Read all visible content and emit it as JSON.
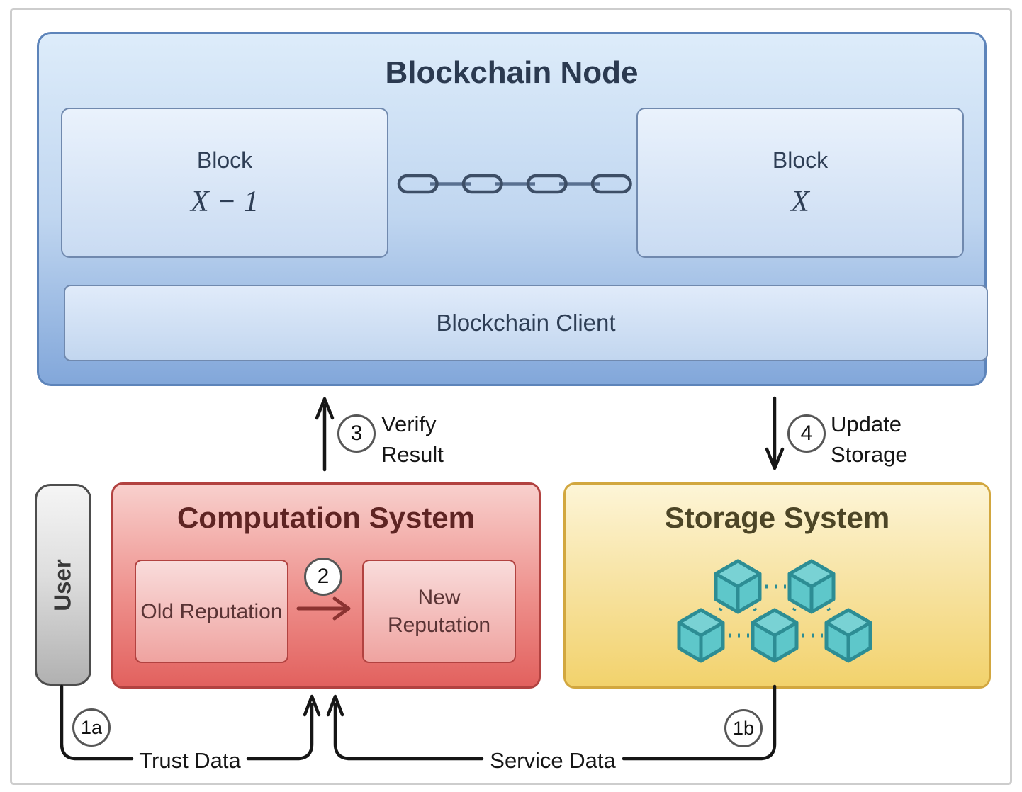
{
  "blockchain_node": {
    "title": "Blockchain Node",
    "block_prev": {
      "label": "Block",
      "index": "X − 1"
    },
    "block_next": {
      "label": "Block",
      "index": "X"
    },
    "client": "Blockchain Client"
  },
  "computation_system": {
    "title": "Computation System",
    "old_box": "Old Reputation",
    "new_box": "New Reputation",
    "step_badge": "2"
  },
  "storage_system": {
    "title": "Storage System",
    "node_count": 5
  },
  "user": {
    "label": "User"
  },
  "arrows": {
    "verify": {
      "badge": "3",
      "line1": "Verify",
      "line2": "Result"
    },
    "update": {
      "badge": "4",
      "line1": "Update",
      "line2": "Storage"
    },
    "trust": {
      "badge": "1a",
      "label": "Trust Data"
    },
    "service": {
      "badge": "1b",
      "label": "Service Data"
    }
  },
  "colors": {
    "node_border": "#5d84ba",
    "node_fill_top": "#ddecfa",
    "node_fill_bottom": "#82a7da",
    "computation_border": "#b24240",
    "computation_title": "#5e2423",
    "storage_border": "#d2a73f",
    "storage_title": "#4c4526",
    "cube_fill": "#5ec7ca",
    "cube_stroke": "#2d8d94",
    "chain_stroke": "#3d4e66",
    "arrow_black": "#161616",
    "arrow_maroon": "#8c3331",
    "badge_border": "#565656"
  }
}
